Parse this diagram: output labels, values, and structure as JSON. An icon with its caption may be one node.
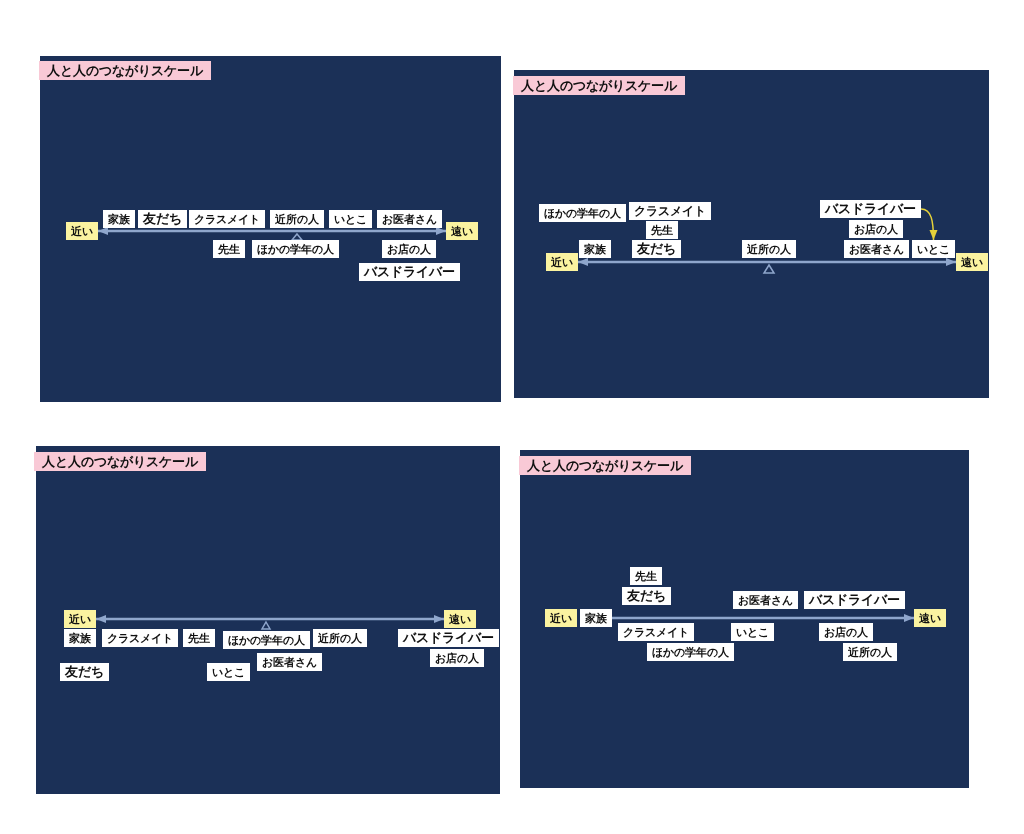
{
  "diagram": {
    "nodes": [
      {
        "text": [],
        "shape": "box"
      },
      {
        "text": [
          "人と人のつながりスケール"
        ],
        "in": 0
      },
      {
        "text": [
          "近い"
        ],
        "in": 0
      },
      {
        "text": [
          "家族"
        ],
        "in": 0
      },
      {
        "text": [
          "友だち"
        ],
        "in": 0
      },
      {
        "text": [
          "クラスメイト"
        ],
        "in": 0
      },
      {
        "text": [
          "近所の人"
        ],
        "in": 0
      },
      {
        "text": [
          "いとこ"
        ],
        "in": 0
      },
      {
        "text": [
          "お医者さん"
        ],
        "in": 0
      },
      {
        "text": [
          "遠い"
        ],
        "in": 0
      },
      {
        "text": [
          "先生"
        ],
        "in": 0
      },
      {
        "text": [
          "ほかの学年の人"
        ],
        "in": 0
      },
      {
        "text": [
          "お店の人"
        ],
        "in": 0
      },
      {
        "text": [
          "バスドライバー"
        ],
        "in": 0
      },
      {
        "text": [],
        "shape": "box"
      },
      {
        "text": [
          "人と人のつながりスケール"
        ],
        "in": 14
      },
      {
        "text": [
          "ほかの学年の人"
        ],
        "in": 14
      },
      {
        "text": [
          "家族"
        ],
        "in": 14
      },
      {
        "text": [
          "近い"
        ],
        "in": 14
      },
      {
        "text": [
          "クラスメイト"
        ],
        "in": 14
      },
      {
        "text": [
          "先生"
        ],
        "in": 14
      },
      {
        "text": [
          "友だち"
        ],
        "in": 14
      },
      {
        "text": [
          "近所の人"
        ],
        "in": 14
      },
      {
        "text": [
          "バスドライバー"
        ],
        "in": 14
      },
      {
        "text": [
          "お店の人"
        ],
        "in": 14
      },
      {
        "text": [
          "お医者さん"
        ],
        "in": 14
      },
      {
        "text": [
          "いとこ"
        ],
        "in": 14
      },
      {
        "text": [
          "遠い"
        ],
        "in": 14
      },
      {
        "text": [],
        "shape": "box"
      },
      {
        "text": [
          "人と人のつながりスケール"
        ],
        "in": 28
      },
      {
        "text": [
          "近い"
        ],
        "in": 28
      },
      {
        "text": [
          "遠い"
        ],
        "in": 28
      },
      {
        "text": [
          "家族"
        ],
        "in": 28
      },
      {
        "text": [
          "クラスメイト"
        ],
        "in": 28
      },
      {
        "text": [
          "先生"
        ],
        "in": 28
      },
      {
        "text": [
          "ほかの学年の人"
        ],
        "in": 28
      },
      {
        "text": [
          "近所の人"
        ],
        "in": 28
      },
      {
        "text": [
          "友だち"
        ],
        "in": 28
      },
      {
        "text": [
          "いとこ"
        ],
        "in": 28
      },
      {
        "text": [
          "お医者さん"
        ],
        "in": 28
      },
      {
        "text": [
          "バスドライバー"
        ],
        "in": 28
      },
      {
        "text": [
          "お店の人"
        ],
        "in": 28
      },
      {
        "text": [],
        "shape": "box"
      },
      {
        "text": [
          "人と人のつながりスケール"
        ],
        "in": 42
      },
      {
        "text": [
          "近い"
        ],
        "in": 42
      },
      {
        "text": [
          "家族"
        ],
        "in": 42
      },
      {
        "text": [
          "先生"
        ],
        "in": 42
      },
      {
        "text": [
          "友だち"
        ],
        "in": 42
      },
      {
        "text": [
          "クラスメイト"
        ],
        "in": 42
      },
      {
        "text": [
          "ほかの学年の人"
        ],
        "in": 42
      },
      {
        "text": [
          "お医者さん"
        ],
        "in": 42
      },
      {
        "text": [
          "いとこ"
        ],
        "in": 42
      },
      {
        "text": [
          "バスドライバー"
        ],
        "in": 42
      },
      {
        "text": [
          "お店の人"
        ],
        "in": 42
      },
      {
        "text": [
          "近所の人"
        ],
        "in": 42
      },
      {
        "text": [
          "遠い"
        ],
        "in": 42
      }
    ],
    "edges": [
      {
        "from": 2,
        "to": 9,
        "arrow": "both"
      },
      {
        "from": 18,
        "to": 27,
        "arrow": "both"
      },
      {
        "from": 23,
        "to": 26,
        "arrow": "to",
        "color": "#e6d23a"
      },
      {
        "from": 30,
        "to": 31,
        "arrow": "both"
      },
      {
        "from": 45,
        "to": 55,
        "arrow": "to"
      }
    ]
  }
}
